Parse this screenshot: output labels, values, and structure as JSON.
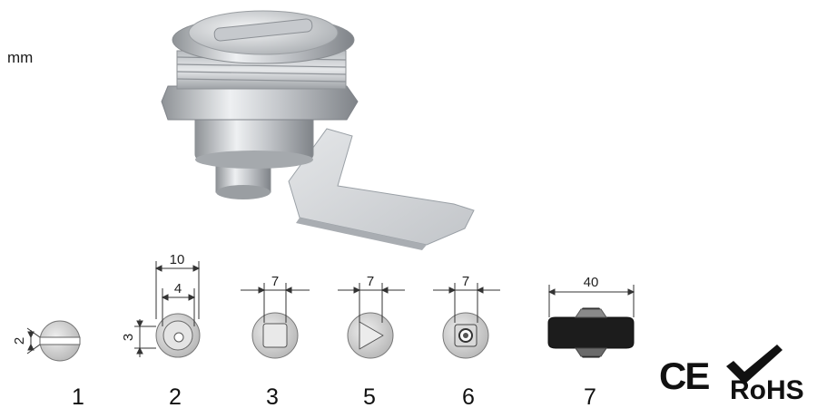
{
  "unit_label": "mm",
  "variants": [
    {
      "number": "1",
      "dims": [
        "2"
      ]
    },
    {
      "number": "2",
      "dims": [
        "10",
        "4",
        "3"
      ]
    },
    {
      "number": "3",
      "dims": [
        "7"
      ]
    },
    {
      "number": "5",
      "dims": [
        "7"
      ]
    },
    {
      "number": "6",
      "dims": [
        "7"
      ]
    },
    {
      "number": "7",
      "dims": [
        "40"
      ]
    }
  ],
  "certifications": {
    "ce": "CE",
    "rohs": "RoHS"
  },
  "colors": {
    "metal": "#c9ccd0",
    "knob": "#1c1c1c",
    "line": "#333333"
  },
  "icons": [
    "lock-photo-icon",
    "checkmark-icon"
  ]
}
